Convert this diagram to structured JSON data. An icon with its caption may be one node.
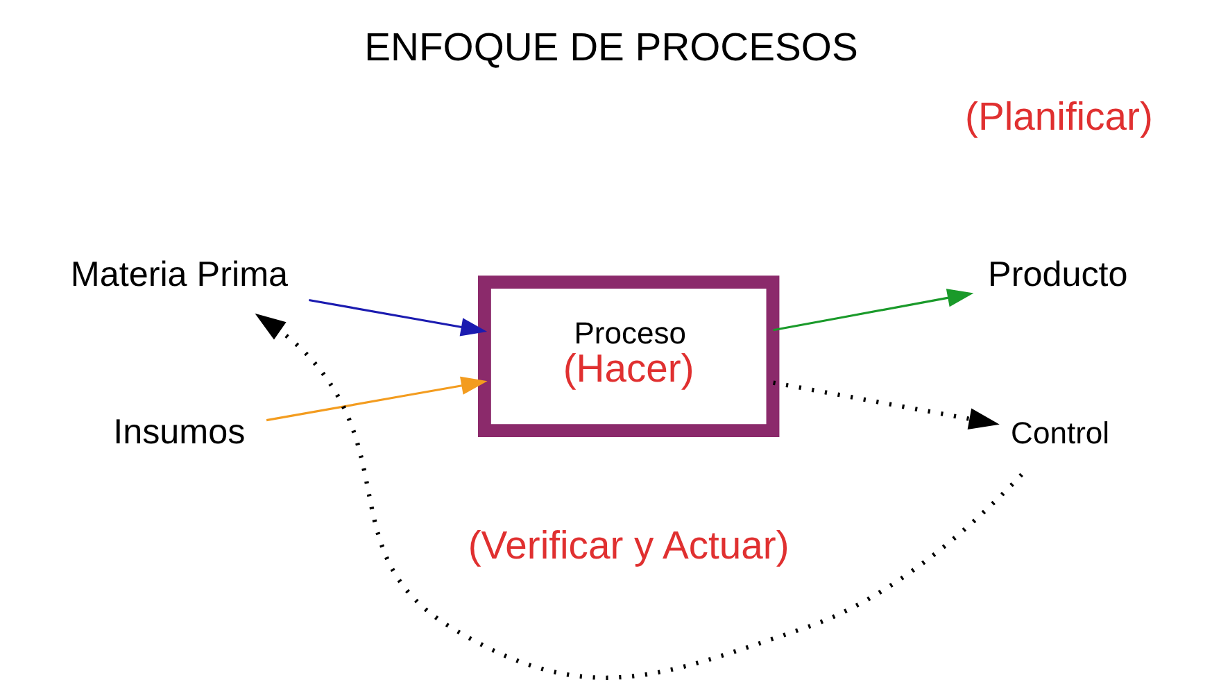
{
  "diagram": {
    "title": "ENFOQUE DE PROCESOS",
    "nodes": [
      {
        "text": [
          "Proceso",
          "(Hacer)"
        ]
      },
      {
        "text": [
          "Insumos"
        ]
      },
      {
        "text": [
          "Materia Prima"
        ]
      },
      {
        "text": [
          "Producto"
        ]
      },
      {
        "text": [
          "Control"
        ]
      }
    ],
    "edges": [
      {
        "from": 1,
        "to": 0,
        "arrow": "to",
        "color": "#f39c1f"
      },
      {
        "from": 2,
        "to": 0,
        "arrow": "to",
        "color": "#1b1bb0"
      },
      {
        "from": 0,
        "to": 3,
        "arrow": "to",
        "color": "#1a9a2a"
      },
      {
        "from": 0,
        "to": 4,
        "arrow": "to",
        "style": "dashed"
      },
      {
        "from": 4,
        "to": 2,
        "arrow": "to",
        "style": "dashed"
      }
    ],
    "labels": [
      "(Planificar)",
      "(Verificar y Actuar)"
    ]
  }
}
